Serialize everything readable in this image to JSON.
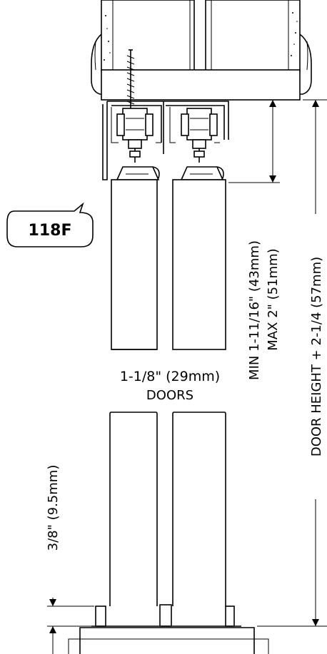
{
  "callout": {
    "label": "118F"
  },
  "labels": {
    "door_thickness": "1-1/8\" (29mm)",
    "doors": "DOORS",
    "min_clearance": "MIN 1-11/16\" (43mm)",
    "max_clearance": "MAX 2\" (51mm)",
    "opening_height": "DOOR HEIGHT + 2-1/4 (57mm)",
    "floor_gap": "3/8\" (9.5mm)"
  }
}
